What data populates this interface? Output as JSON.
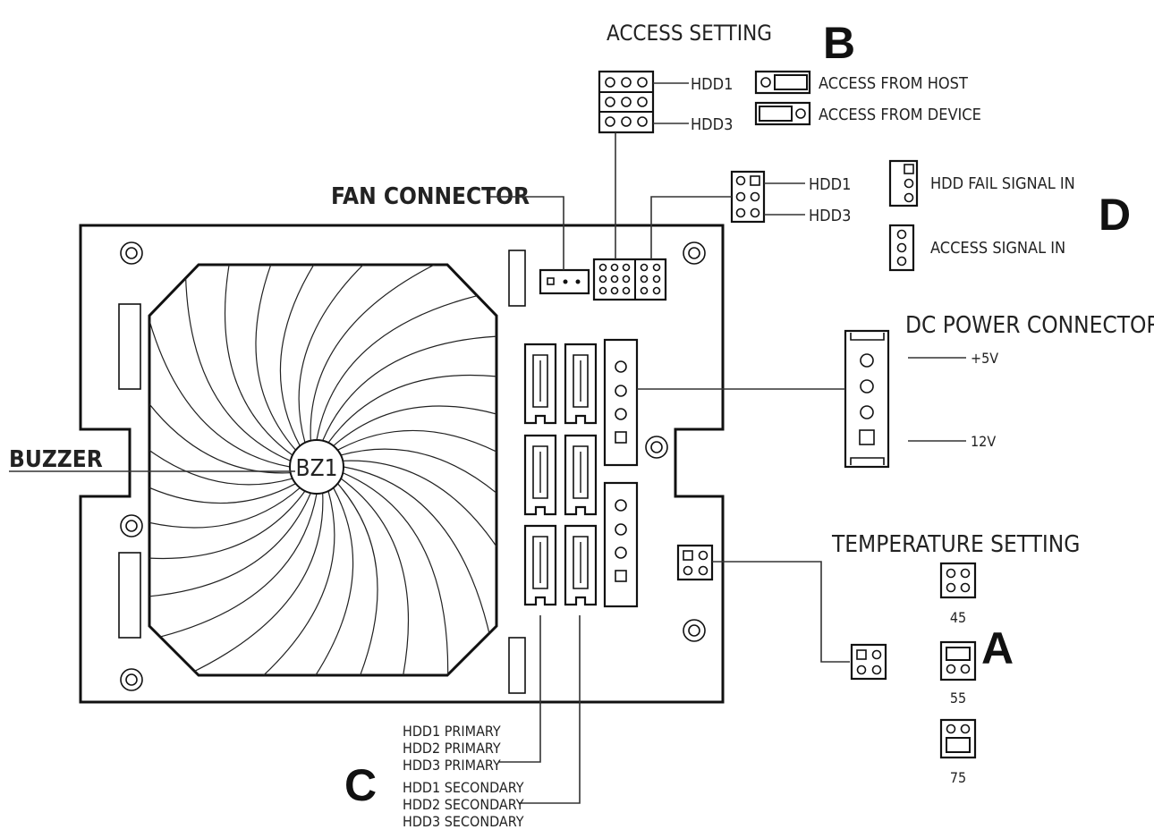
{
  "labels": {
    "access_setting": "ACCESS SETTING",
    "access_hdd1": "HDD1",
    "access_hdd3": "HDD3",
    "access_from_host": "ACCESS FROM HOST",
    "access_from_device": "ACCESS FROM DEVICE",
    "fan_connector": "FAN CONNECTOR",
    "led_hdd1": "HDD1",
    "led_hdd3": "HDD3",
    "hdd_fail_signal_in": "HDD FAIL SIGNAL IN",
    "access_signal_in": "ACCESS SIGNAL IN",
    "dc_power_connector": "DC POWER CONNECTOR",
    "plus5v": "+5V",
    "twelve_v": "12V",
    "buzzer": "BUZZER",
    "bz1": "BZ1",
    "temperature_setting": "TEMPERATURE SETTING",
    "temp_45": "45",
    "temp_55": "55",
    "temp_75": "75",
    "hdd1_primary": "HDD1 PRIMARY",
    "hdd2_primary": "HDD2 PRIMARY",
    "hdd3_primary": "HDD3 PRIMARY",
    "hdd1_secondary": "HDD1 SECONDARY",
    "hdd2_secondary": "HDD2 SECONDARY",
    "hdd3_secondary": "HDD3 SECONDARY"
  },
  "callouts": {
    "a": "A",
    "b": "B",
    "c": "C",
    "d": "D"
  }
}
